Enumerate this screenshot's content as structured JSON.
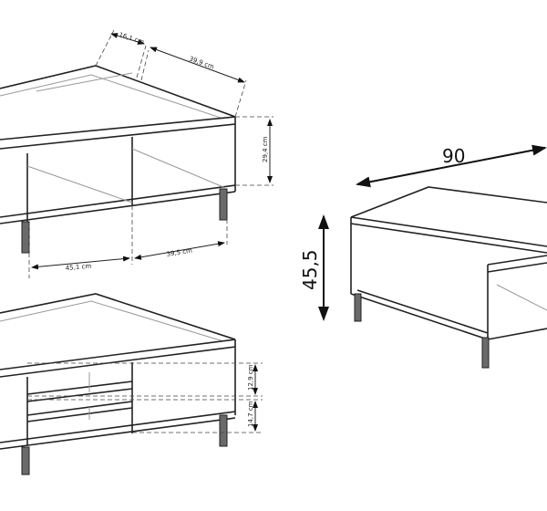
{
  "drawing": {
    "top_view_dims": {
      "d1": "16,1 cm",
      "d2": "39,9 cm",
      "d3": "29,4 cm",
      "d4": "45,1 cm",
      "d5": "39,5 cm"
    },
    "bottom_view_dims": {
      "d1": "12,9 cm",
      "d2": "14,7 cm"
    },
    "overall_dims": {
      "width": "90",
      "height": "45,5"
    }
  }
}
